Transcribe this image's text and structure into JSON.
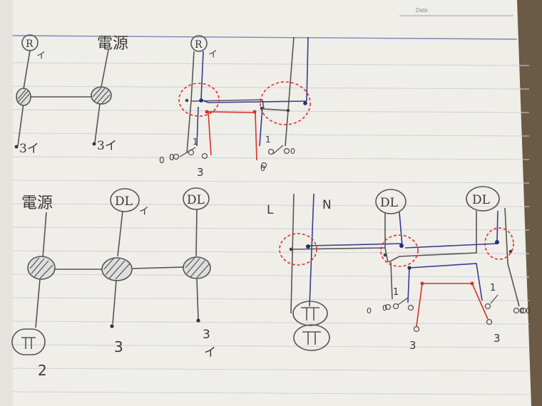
{
  "header": {
    "date_label": "Date"
  },
  "colors": {
    "paper": "#efeee9",
    "pencil": "#555555",
    "blue_wire": "#3a3c8e",
    "red_wire": "#d9302a",
    "red_circle": "#e0302a",
    "rule_line": "#c7c9d6",
    "top_rule": "#7f86b3"
  },
  "icons": [
    "hatched-junction-icon",
    "outlet-icon",
    "switch-contact-icon",
    "ceiling-light-icon"
  ],
  "diagram1": {
    "lamp_symbol": "R",
    "lamp_label": "イ",
    "power_label": "電源",
    "switch_label_left": "3イ",
    "switch_label_right": "3イ"
  },
  "diagram2": {
    "lamp_symbol": "R",
    "lamp_label": "イ",
    "switch_marks": [
      "1",
      "0",
      "0",
      "3",
      "1",
      "0",
      "0"
    ]
  },
  "diagram3": {
    "power_label": "電源",
    "light1_symbol": "DL",
    "light1_label": "イ",
    "light2_symbol": "DL",
    "outlet_label": "2",
    "switch1_label": "3",
    "switch2_label_top": "3",
    "switch2_label_bottom": "イ"
  },
  "diagram4": {
    "line_label_l": "L",
    "line_label_n": "N",
    "light1_symbol": "DL",
    "light2_symbol": "DL",
    "switch_marks_left": [
      "1",
      "0",
      "0",
      "3"
    ],
    "switch_marks_right": [
      "1",
      "0",
      "0",
      "3"
    ]
  }
}
